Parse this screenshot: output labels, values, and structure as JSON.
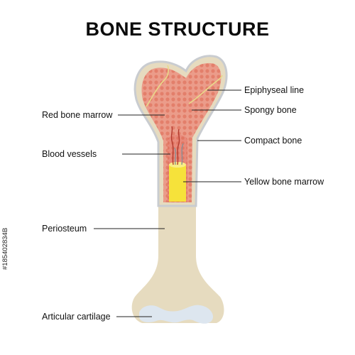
{
  "title": "BONE STRUCTURE",
  "labels": {
    "epiphyseal_line": "Epiphyseal line",
    "spongy_bone": "Spongy bone",
    "compact_bone": "Compact bone",
    "yellow_bone_marrow": "Yellow bone marrow",
    "red_bone_marrow": "Red bone marrow",
    "blood_vessels": "Blood vessels",
    "periosteum": "Periosteum",
    "articular_cartilage": "Articular cartilage"
  },
  "side_id": "#185402834B",
  "colors": {
    "shaft": "#e6dbbf",
    "outline": "#c9ccd0",
    "spongy": "#eb9c8a",
    "spongy_dots": "#e07560",
    "red_marrow": "#e8897a",
    "yellow_marrow": "#f6e23a",
    "vessels": "#b33a2f",
    "cartilage": "#dde6ef",
    "epiphyseal_line": "#e9d98a"
  }
}
